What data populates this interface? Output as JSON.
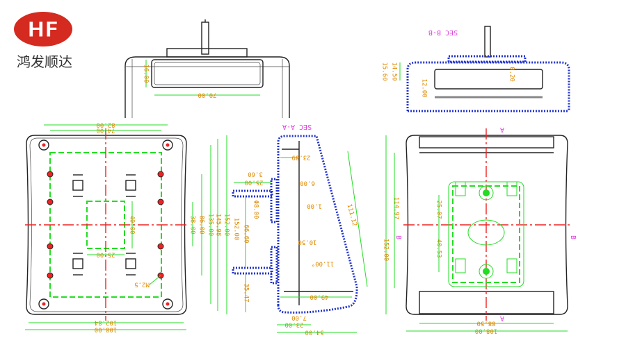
{
  "logo": {
    "text": "HF",
    "company_name": "鸿发顺达",
    "color": "#d42a20"
  },
  "colors": {
    "dimension": "#e08a00",
    "dimension_line": "#22dd22",
    "centerline": "#ee2222",
    "section_label": "#e040e0",
    "hatch": "#2233cc"
  },
  "front_view": {
    "dims": [
      "16.00",
      "70.00"
    ]
  },
  "section_b": {
    "label": "SEC B-B",
    "dims": [
      "14.50",
      "15.60",
      "0.20",
      "12.00"
    ]
  },
  "bottom_view": {
    "dims": [
      "82.00",
      "74.00",
      "40.00",
      "25.00",
      "38.00",
      "86.00",
      "135.00",
      "145.98",
      "152.00",
      "102.84",
      "108.00",
      "M2.5"
    ]
  },
  "section_a": {
    "label": "SEC A-A",
    "dims": [
      "23.89",
      "3.60",
      "25.00",
      "6.00",
      "Φ8.00",
      "1.00",
      "66.60",
      "111.12",
      "10.50",
      "11.00°",
      "35.47",
      "49.00",
      "7.00",
      "23.00",
      "54.00",
      "152.00"
    ]
  },
  "top_view": {
    "markers": [
      "A",
      "A",
      "B",
      "B"
    ],
    "dims": [
      "25.07",
      "40.53",
      "114.97",
      "152.00",
      "88.50",
      "108.00"
    ]
  }
}
